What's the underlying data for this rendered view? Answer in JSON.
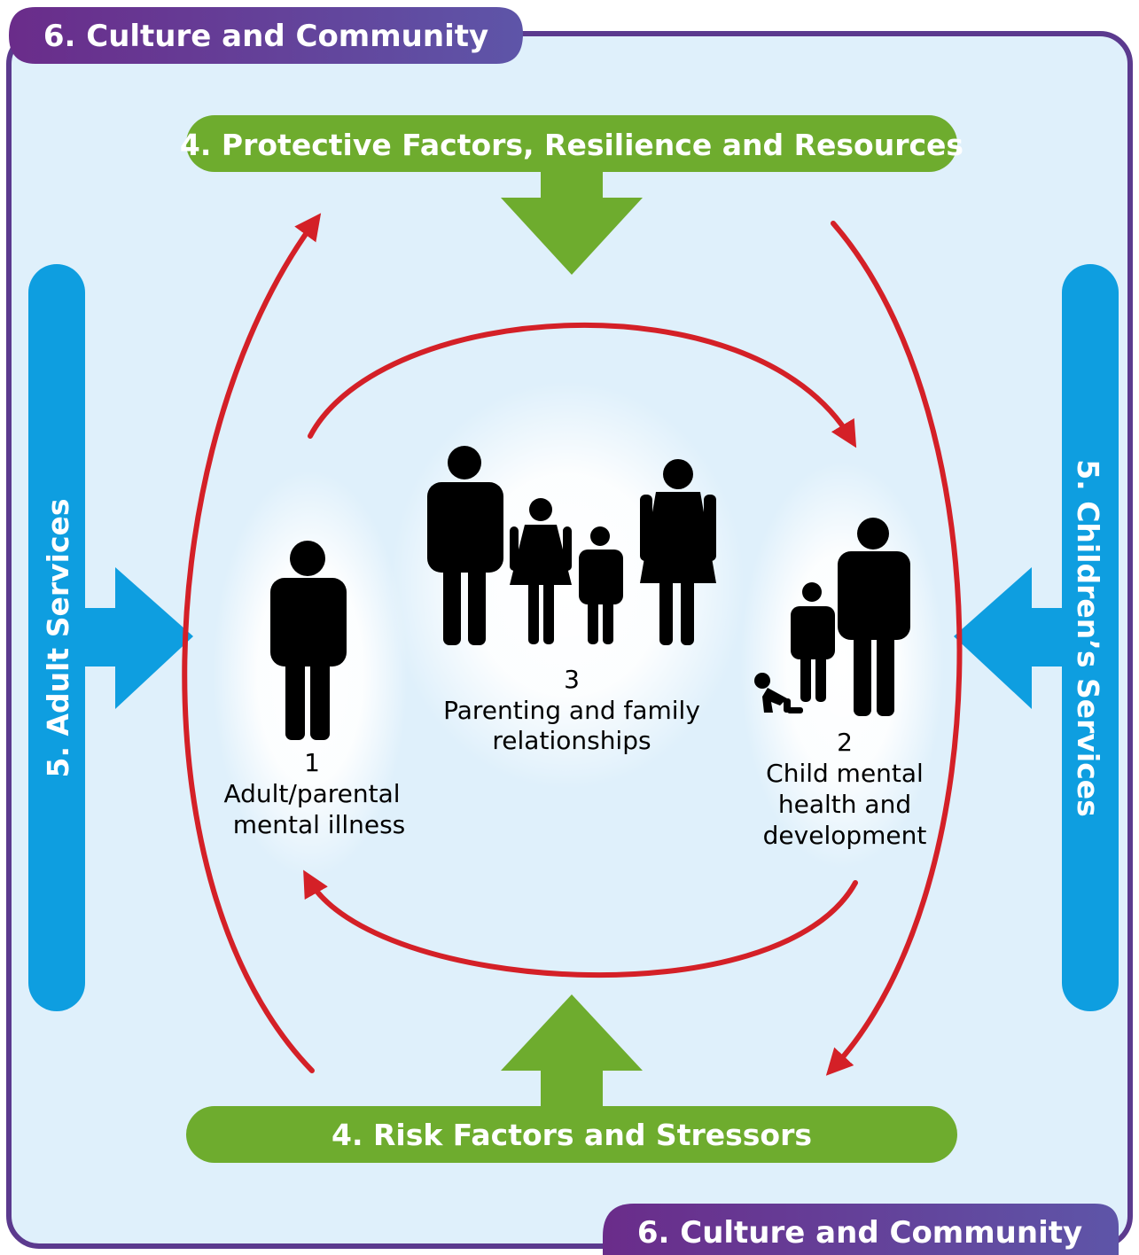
{
  "culture_top": "6. Culture and Community",
  "culture_bottom": "6. Culture and Community",
  "protective": "4. Protective Factors, Resilience and Resources",
  "risk": "4. Risk Factors and Stressors",
  "adult_services": "5. Adult Services",
  "children_services": "5. Children’s Services",
  "node1": {
    "number": "1",
    "line1": "Adult/parental",
    "line2": "mental illness"
  },
  "node2": {
    "number": "2",
    "line1": "Child mental",
    "line2": "health and",
    "line3": "development"
  },
  "node3": {
    "number": "3",
    "line1": "Parenting and family",
    "line2": "relationships"
  },
  "colors": {
    "frame": "#5b3a8e",
    "background": "#dff0fb",
    "green": "#6eac2e",
    "blue": "#0e9ee0",
    "red": "#d42027",
    "figure": "#000000"
  }
}
